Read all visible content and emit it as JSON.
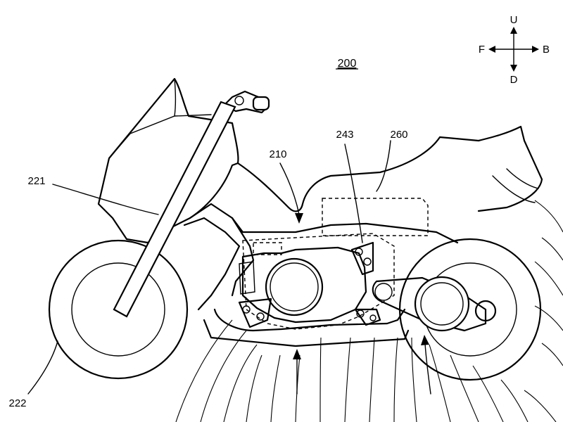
{
  "figure": {
    "ref_main": "200",
    "labels": {
      "l210": "210",
      "l221": "221",
      "l222": "222",
      "l243": "243",
      "l260": "260"
    },
    "compass": {
      "up": "U",
      "down": "D",
      "front": "F",
      "back": "B"
    }
  },
  "colors": {
    "line": "#000000",
    "background": "#ffffff"
  }
}
